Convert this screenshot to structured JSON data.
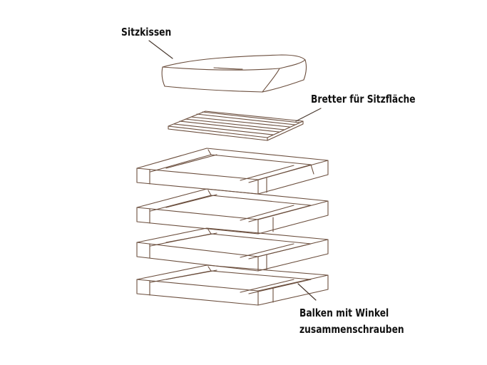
{
  "labels": {
    "cushion": "Sitzkissen",
    "boards": "Bretter für Sitzfläche",
    "beams_line1": "Balken mit Winkel",
    "beams_line2": "zusammenschrauben"
  },
  "colors": {
    "stroke": "#6b4e3d",
    "leader": "#4a3a30",
    "text": "#111111",
    "background": "#ffffff"
  }
}
